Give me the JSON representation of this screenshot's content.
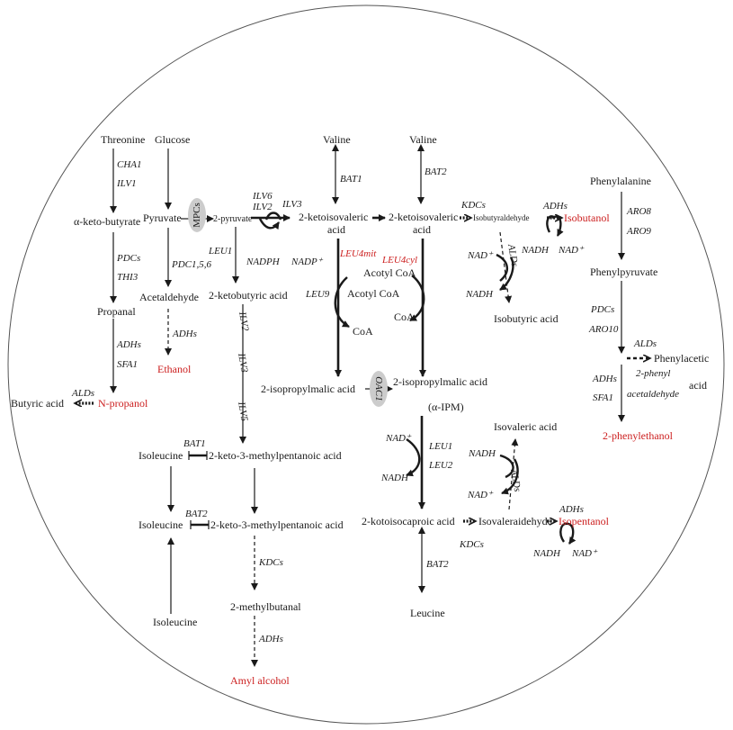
{
  "metabolites": {
    "threonine": "Threonine",
    "glucose": "Glucose",
    "valine_1": "Valine",
    "valine_2": "Valine",
    "phenylalanine": "Phenylalanine",
    "alpha_keto_butyrate": "α-keto-butyrate",
    "pyruvate": "Pyruvate",
    "two_pyruvate": "2-pyruvate",
    "ketoisovaleric_1_line1": "2-ketoisovaleric",
    "ketoisovaleric_1_line2": "acid",
    "ketoisovaleric_2_line1": "2-ketoisovaleric",
    "ketoisovaleric_2_line2": "acid",
    "isobutyraldehyde": "Isobutyraldehyde",
    "acetaldehyde": "Acetaldehyde",
    "ketobutyric": "2-ketobutyric acid",
    "acotyl_coa_1": "Acotyl CoA",
    "acotyl_coa_2": "Acotyl CoA",
    "coa_1": "CoA",
    "coa_2": "CoA",
    "propanal": "Propanal",
    "isobutyric_acid": "Isobutyric acid",
    "phenylpyruvate": "Phenylpyruvate",
    "phenylacetic": "Phenylacetic",
    "phenyl_acid": "acid",
    "isopropylmalic_1": "2-isopropylmalic acid",
    "isopropylmalic_2": "2-isopropylmalic acid",
    "butyric_acid": "Butyric acid",
    "alpha_ipm": "(α-IPM)",
    "isovaleric_acid": "Isovaleric acid",
    "isoleucine_1": "Isoleucine",
    "isoleucine_2": "Isoleucine",
    "isoleucine_3": "Isoleucine",
    "keto_methylpentanoic_1": "2-keto-3-methylpentanoic acid",
    "keto_methylpentanoic_2": "2-keto-3-methylpentanoic acid",
    "kotoisocaproic": "2-kotoisocaproic acid",
    "isovaleraldehyde": "Isovaleraidehyde",
    "methylbutanal": "2-methylbutanal",
    "leucine": "Leucine"
  },
  "products": {
    "isobutanol": "Isobutanol",
    "ethanol": "Ethanol",
    "n_propanol": "N-propanol",
    "phenylethanol": "2-phenylethanol",
    "isopentanol": "Isopentanol",
    "amyl_alcohol": "Amyl alcohol"
  },
  "enzymes": {
    "cha1": "CHA1",
    "ilv1": "ILV1",
    "mpcs": "MPCs",
    "ilv6": "ILV6",
    "ilv2_top": "ILV2",
    "ilv3_top": "ILV3",
    "bat1_top": "BAT1",
    "bat2_top": "BAT2",
    "kdcs_top": "KDCs",
    "adhs_top": "ADHs",
    "aro8": "ARO8",
    "aro9": "ARO9",
    "leu1_left": "LEU1",
    "pdc156": "PDC1,5,6",
    "pdcs_left": "PDCs",
    "thi3": "THI3",
    "nadph": "NADPH",
    "nadp": "NADP⁺",
    "leu4mit": "LEU4mit",
    "leu4cyl": "LEU4cyl",
    "nadh_top": "NADH",
    "nad_top": "NAD⁺",
    "nad_alds": "NAD⁺",
    "alds_top": "ALDs",
    "nadh_alds": "NADH",
    "leu9": "LEU9",
    "pdcs_right": "PDCs",
    "aro10": "ARO10",
    "ilv2_mid": "ILV2",
    "adhs_left": "ADHs",
    "adhs_eth": "ADHs",
    "sfa1_left": "SFA1",
    "alds_right": "ALDs",
    "adhs_right": "ADHs",
    "sfa1_right": "SFA1",
    "phenyl_ald_1": "2-phenyl",
    "phenyl_ald_2": "acetaldehyde",
    "ilv3_mid": "ILV3",
    "oac1": "OAC1",
    "alds_left": "ALDs",
    "ilv5": "ILV5",
    "nad_leu": "NAD⁺",
    "leu1_right": "LEU1",
    "leu2": "LEU2",
    "nadh_leu": "NADH",
    "nadh_iso": "NADH",
    "alds_iso": "ALDs",
    "nad_iso": "NAD⁺",
    "bat1_mid": "BAT1",
    "bat2_mid": "BAT2",
    "adhs_iso": "ADHs",
    "kdcs_mid": "KDCs",
    "nadh_pent": "NADH",
    "nad_pent": "NAD⁺",
    "kdcs_low": "KDCs",
    "bat2_low": "BAT2",
    "adhs_low": "ADHs"
  },
  "colors": {
    "ink": "#1a1a1a",
    "product_red": "#cc1f1f",
    "oval_fill": "#cccccc"
  }
}
